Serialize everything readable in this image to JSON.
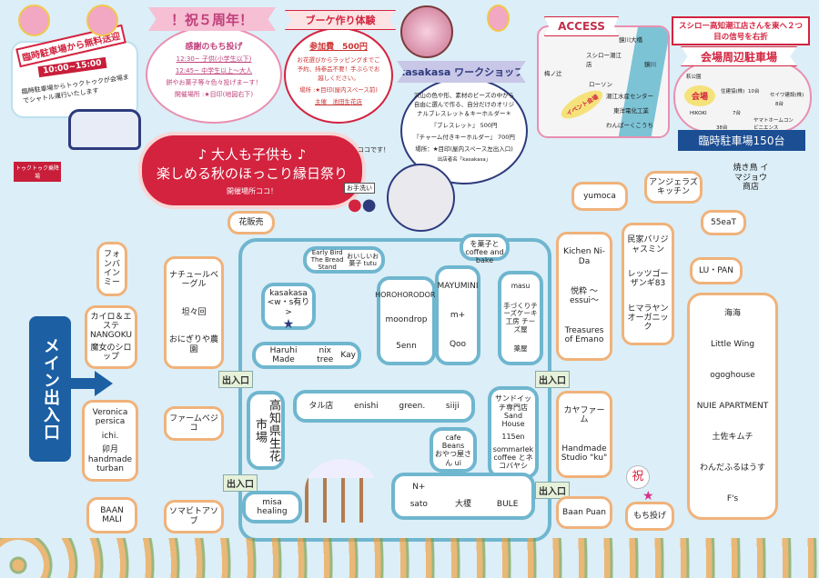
{
  "shuttle": {
    "title": "臨時駐車場から無料送迎",
    "time": "10:00~15:00",
    "desc": "臨時駐車場からトゥクトゥクが会場までシャトル運行いたします",
    "stop": "トゥクトゥク乗降場"
  },
  "anniv": {
    "banner": "！祝５周年！",
    "title": "感謝のもち投げ",
    "t1": "12:30~ 子供(小学生以下)",
    "t2": "12:45~ 中学生以上～大人",
    "desc": "餅やお菓子等々色々投げまーす！",
    "place": "開催場所 :★目印(地図右下)"
  },
  "bouquet": {
    "banner": "ブーケ作り体験",
    "fee": "参加費　500円",
    "desc": "お花選びからラッピングまでご予約、持参品不要！手ぶらでお越しください。",
    "place": "場所 :★目印(屋内スペース前)",
    "host": "主催　池田生花店"
  },
  "workshop": {
    "banner": "kasakasa ワークショップ",
    "desc": "沢山の色や形、素材のビーズの中から自由に選んで作る、自分だけのオリジナルブレスレット＆キーホルダー＊",
    "price1": "『ブレスレット』 500円",
    "price2": "『チャーム付きキーホルダー』 700円",
    "place": "場所：★目印(屋内スペース左出入口)",
    "shop": "出店者名「kasakasa」"
  },
  "festival": {
    "line1": "♪ 大人も子供も ♪",
    "line2": "楽しめる秋のほっこり縁日祭り",
    "sub": "開催場所ココ！",
    "here": "ココです！",
    "restroom": "お手洗い"
  },
  "access": {
    "banner": "ACCESS",
    "labels": [
      "鏡川大橋",
      "スシロー潮江店",
      "梅ノ辻",
      "鏡川",
      "ローソン",
      "潮江水産センター",
      "東洋電化工業",
      "わんぱーくこうち",
      "イベント会場"
    ]
  },
  "parking": {
    "note": "スシロー高知潮江店さんを東へ２つ目の信号を右折",
    "banner": "会場周辺駐車場",
    "venue": "会場",
    "labels": [
      "萩公園",
      "住建協(株)",
      "10台",
      "8台",
      "7台",
      "38台",
      "HIKOKI",
      "セイワ建設(株)",
      "ヤマトホームコンビニエンス"
    ],
    "temp": "臨時駐車場150台"
  },
  "main_entrance": "メイン出入口",
  "entrance": "出入口",
  "booths": {
    "fonbain": [
      "フォンバインミー"
    ],
    "kairo": [
      "カイロ＆エステ NANGOKU",
      "魔女のシロップ"
    ],
    "naturel": [
      "ナチュールベーグル",
      "坦々回",
      "おにぎりや農園"
    ],
    "veronica": [
      "Veronica persica",
      "ichi.",
      "卯月 handmade turban"
    ],
    "farm": [
      "ファームベジコ"
    ],
    "baanmali": [
      "BAAN MALI"
    ],
    "somabito": [
      "ソマビトアソブ"
    ],
    "flower": [
      "花販売"
    ],
    "earlybird": [
      "Early Bird The Bread Stand",
      "おいしいお菓子 tutu"
    ],
    "okashi": [
      "を菓子と coffee and bake"
    ],
    "kasakasa": [
      "kasakasa <w・s有り>"
    ],
    "haruhi": [
      "Haruhi Made",
      "nix tree",
      "Kay"
    ],
    "horoho": [
      "HOROHORODORI",
      "moondrop",
      "5enn"
    ],
    "mayumini": [
      "MAYUMINI",
      "m+",
      "Qoo"
    ],
    "masu": [
      "masu",
      "手づくりチーズケーキ工房 チーズ屋",
      "薬屋"
    ],
    "kochi": [
      "高知県生花市場"
    ],
    "taru": [
      "タル店",
      "enishi",
      "green.",
      "siiji"
    ],
    "cafe": [
      "cafe Beans",
      "おやつ屋さん ui"
    ],
    "sand": [
      "サンドイッチ専門店 Sand House",
      "115en",
      "sommarlek coffee とネコバヤシ"
    ],
    "nplus": [
      "N+",
      "sato",
      "大榎",
      "BULE"
    ],
    "misa": [
      "misa healing"
    ],
    "yumoca": [
      "yumoca"
    ],
    "angela": [
      "アンジェラズ キッチン"
    ],
    "yakitori": [
      "焼き鳥 イマジョウ商店"
    ],
    "eat55": [
      "55eaT"
    ],
    "lupan": [
      "LU・PAN"
    ],
    "kichen": [
      "Kichen Ni-Da",
      "悦粋 ～essui～",
      "Treasures of Emano"
    ],
    "minka": [
      "民家バリジャスミン",
      "レッツゴーザンギ83",
      "ヒマラヤン オーガニック"
    ],
    "umi": [
      "海海",
      "Little Wing",
      "ogoghouse",
      "NUIE APARTMENT",
      "土佐キムチ",
      "わんだふるはうす",
      "F's"
    ],
    "kaya": [
      "カヤファーム",
      "Handmade Studio \"ku\""
    ],
    "baanpuan": [
      "Baan Puan"
    ],
    "mochi": [
      "もち投げ"
    ]
  },
  "colors": {
    "red": "#d3233f",
    "pink": "#e98fb0",
    "navy": "#2d3a7c",
    "blue": "#1c5fa3",
    "booth_orange": "#f0b27a",
    "booth_blue": "#6fb6cf"
  }
}
